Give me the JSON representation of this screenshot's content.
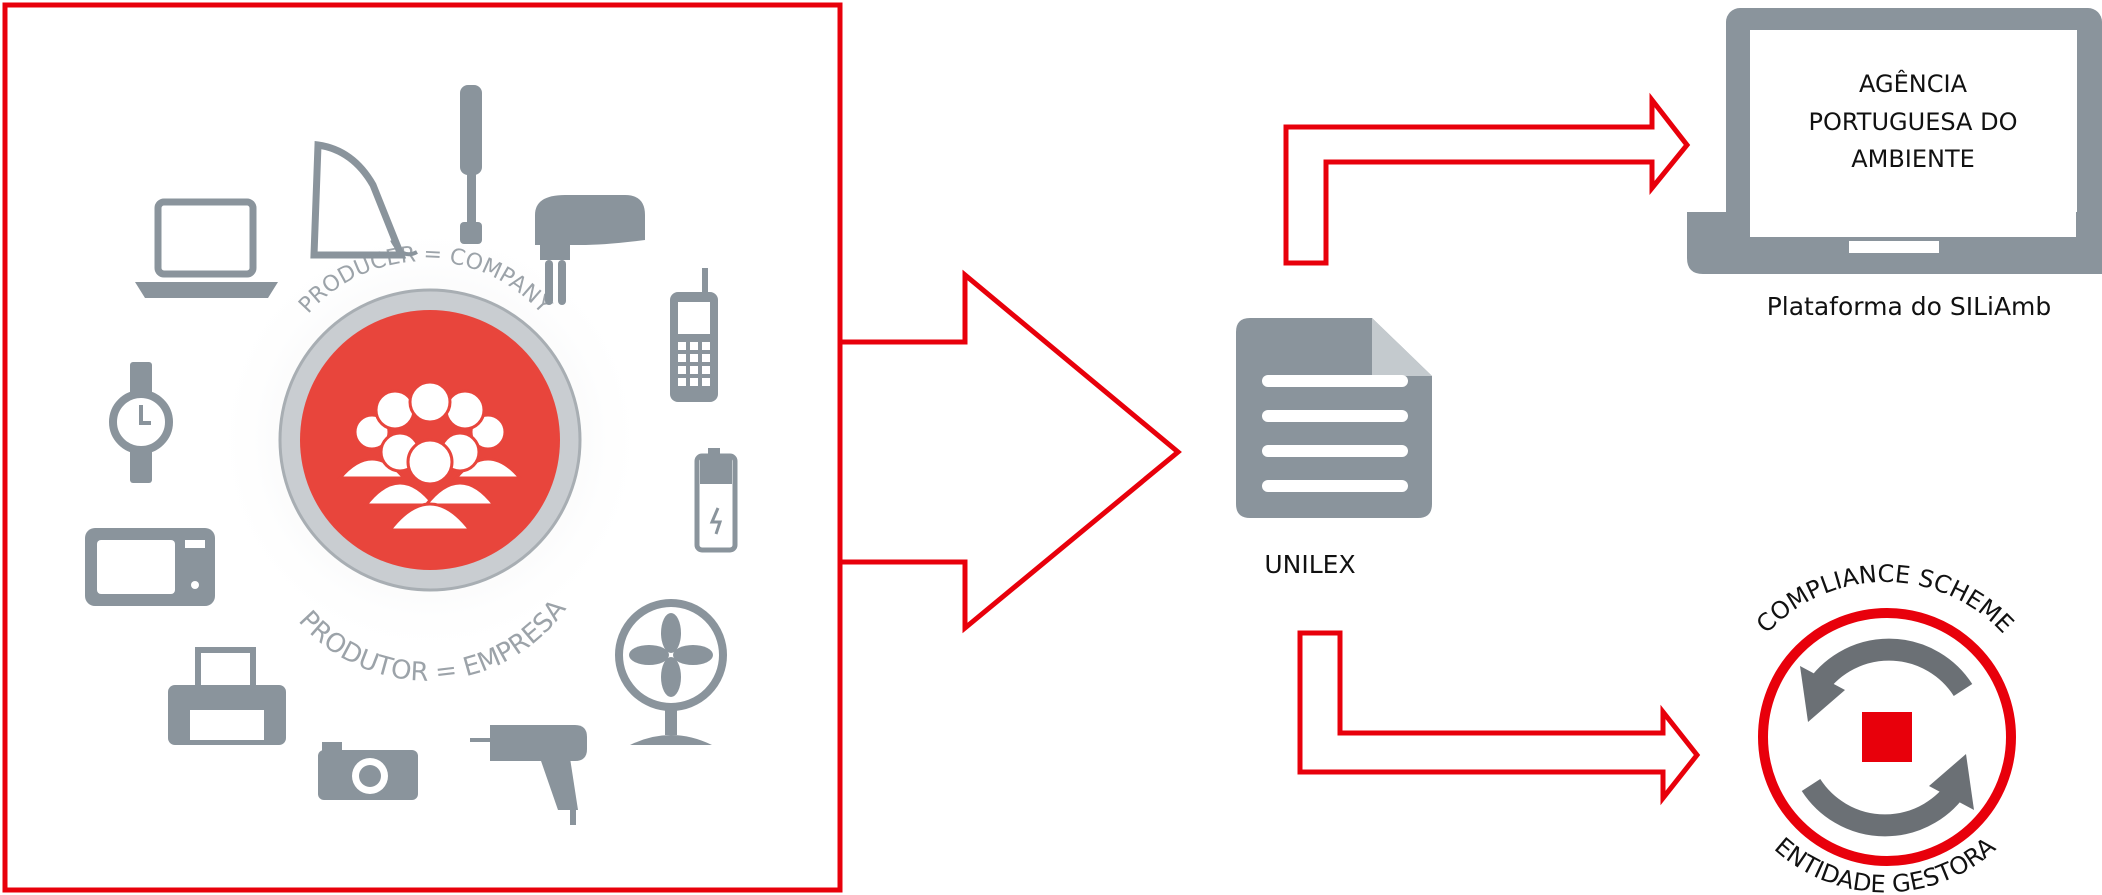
{
  "producer_panel": {
    "label_top": "PRODUCER = COMPANY",
    "label_bottom": "PRODUTOR = EMPRESA",
    "icons": [
      "iron-icon",
      "hand-blender-icon",
      "laptop-icon",
      "hand-mixer-icon",
      "mobile-phone-icon",
      "watch-icon",
      "battery-icon",
      "microwave-icon",
      "fan-icon",
      "printer-icon",
      "camera-icon",
      "drill-icon",
      "people-group-icon"
    ]
  },
  "unilex": {
    "label": "UNILEX",
    "icon": "document-icon"
  },
  "apa": {
    "screen_lines": [
      "AGÊNCIA",
      "PORTUGUESA DO",
      "AMBIENTE"
    ],
    "caption": "Plataforma do SILiAmb",
    "icon": "laptop-icon"
  },
  "compliance": {
    "label_top": "COMPLIANCE SCHEME",
    "label_bottom": "ENTIDADE GESTORA",
    "icon": "sync-arrows-icon"
  },
  "colors": {
    "accent": "#e8000b",
    "icon_gray": "#8a949c",
    "badge_red": "#e8453c"
  }
}
